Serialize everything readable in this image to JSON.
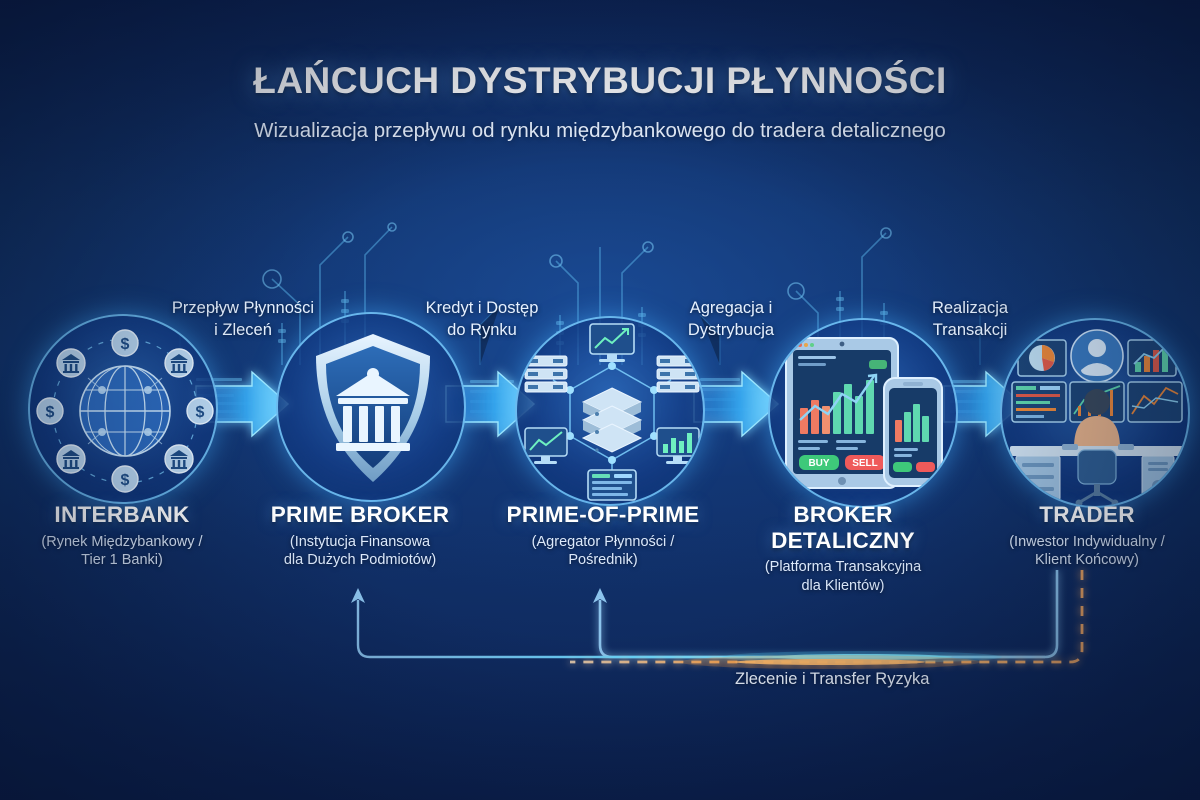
{
  "header": {
    "title": "ŁAŃCUCH DYSTRYBUCJI PŁYNNOŚCI",
    "subtitle": "Wizualizacja przepływu od rynku międzybankowego do tradera detalicznego"
  },
  "chain": {
    "nodes": [
      {
        "id": "interbank",
        "name": "INTERBANK",
        "subtitle_line1": "(Rynek Międzybankowy /",
        "subtitle_line2": "Tier 1 Banki)",
        "icon": "globe-banks-network-icon"
      },
      {
        "id": "prime-broker",
        "name": "PRIME BROKER",
        "subtitle_line1": "(Instytucja Finansowa",
        "subtitle_line2": "dla Dużych Podmiotów)",
        "icon": "shield-bank-icon"
      },
      {
        "id": "prime-of-prime",
        "name": "PRIME-OF-PRIME",
        "subtitle_line1": "(Agregator Płynności /",
        "subtitle_line2": "Pośrednik)",
        "icon": "server-network-icon"
      },
      {
        "id": "broker-detaliczny",
        "name_line1": "BROKER",
        "name_line2": "DETALICZNY",
        "subtitle_line1": "(Platforma Transakcyjna",
        "subtitle_line2": "dla Klientów)",
        "icon": "tablet-phone-trading-icon",
        "buy_label": "BUY",
        "sell_label": "SELL"
      },
      {
        "id": "trader",
        "name": "TRADER",
        "subtitle_line1": "(Inwestor Indywidualny /",
        "subtitle_line2": "Klient Końcowy)",
        "icon": "trader-desk-monitors-icon"
      }
    ],
    "connectors": [
      {
        "id": "interbank-to-prime-broker",
        "line1": "Przepływ Płynności",
        "line2": "i Zleceń",
        "icon": "arrow-right-icon"
      },
      {
        "id": "prime-broker-to-pop",
        "line1": "Kredyt i Dostęp",
        "line2": "do Rynku",
        "icon": "arrow-right-icon"
      },
      {
        "id": "pop-to-broker",
        "line1": "Agregacja i",
        "line2": "Dystrybucja",
        "icon": "arrow-right-icon"
      },
      {
        "id": "broker-to-trader",
        "line1": "Realizacja",
        "line2": "Transakcji",
        "icon": "arrow-right-icon"
      }
    ],
    "feedback": {
      "label": "Zlecenie i Transfer Ryzyka",
      "icon": "feedback-loop-arrow-icon"
    }
  },
  "colors": {
    "background_dark": "#0c2150",
    "background_mid": "#11356c",
    "accent_cyan": "#54c8ff",
    "accent_blue": "#2f86e0",
    "node_ring": "#78cdff",
    "buy_green": "#3ec97a",
    "sell_red": "#ef5a5a",
    "feedback_orange": "#e8a261",
    "text_primary": "#ffffff",
    "text_secondary": "#dce9fb"
  }
}
